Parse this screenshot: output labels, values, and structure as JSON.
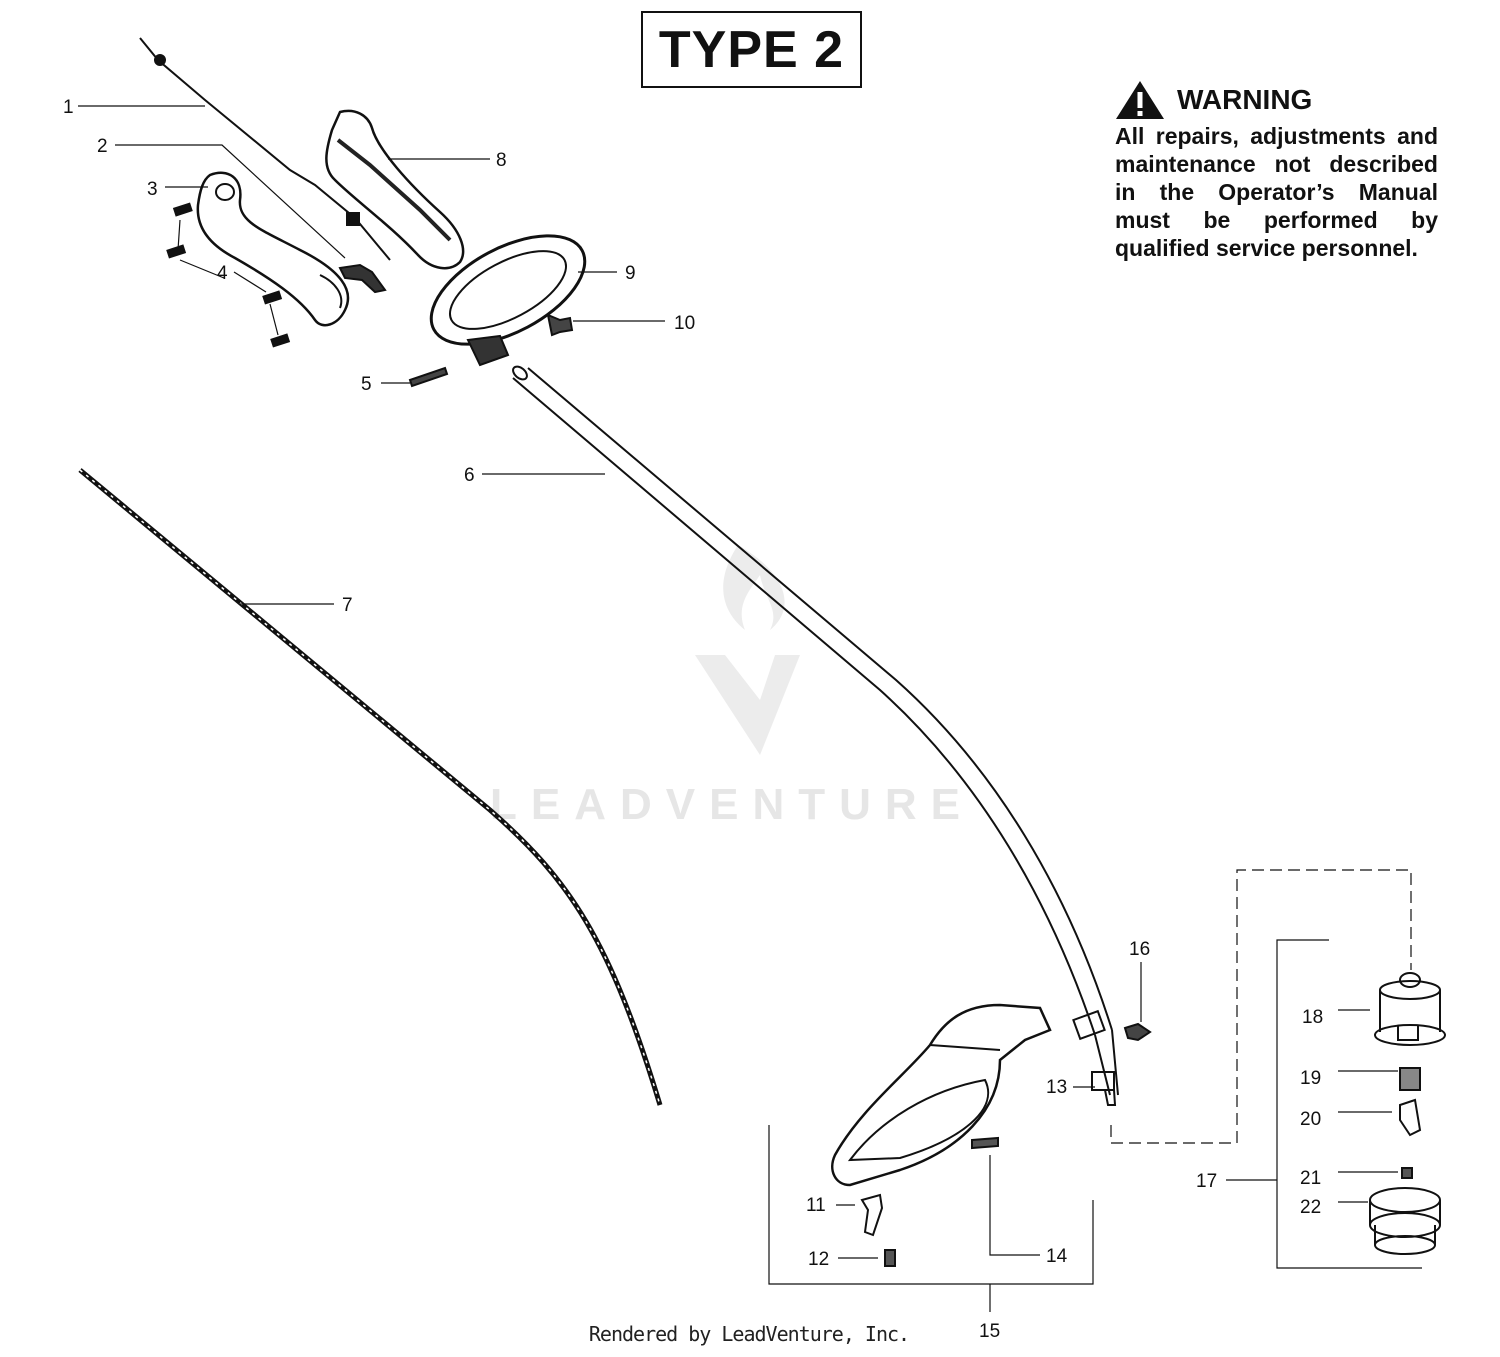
{
  "header": {
    "title": "TYPE 2"
  },
  "warning": {
    "heading": "WARNING",
    "text": "All repairs, adjustments and maintenance not described in the Operator’s Manual must be performed by qualified service personnel.",
    "icon": "warning-triangle-icon"
  },
  "callouts": [
    "1",
    "2",
    "3",
    "4",
    "5",
    "6",
    "7",
    "8",
    "9",
    "10",
    "11",
    "12",
    "13",
    "14",
    "15",
    "16",
    "17",
    "18",
    "19",
    "20",
    "21",
    "22"
  ],
  "watermark": {
    "text": "LEADVENTURE",
    "icon": "leadventure-logo-icon"
  },
  "footer": {
    "text": "Rendered by LeadVenture, Inc."
  }
}
